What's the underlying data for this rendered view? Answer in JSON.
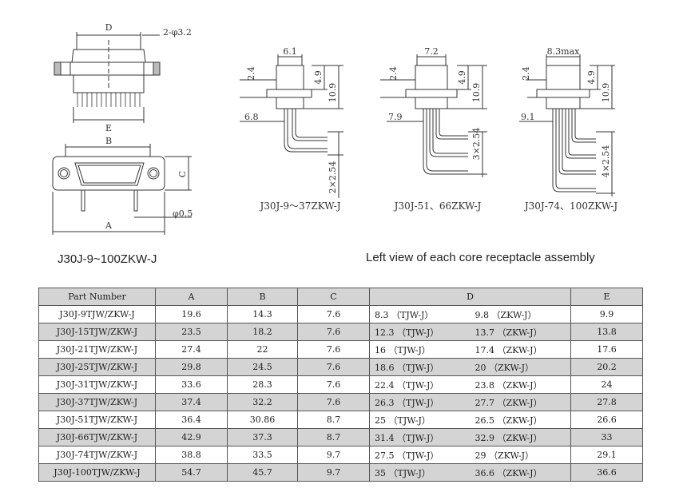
{
  "drawing_labels": {
    "main": {
      "D": "D",
      "hole": "2-φ3.2",
      "E": "E",
      "B": "B",
      "C": "C",
      "A": "A",
      "pin": "φ0.5"
    },
    "v1": {
      "w": "6.1",
      "h1": "2.4",
      "h2": "4.9",
      "h3": "10.9",
      "pitch_left": "6.8",
      "pitch": "2×2.54",
      "name": "J30J-9～37ZKW-J"
    },
    "v2": {
      "w": "7.2",
      "h1": "2.4",
      "h2": "4.9",
      "h3": "10.9",
      "pitch_left": "7.9",
      "pitch": "3×2.54",
      "name": "J30J-51、66ZKW-J"
    },
    "v3": {
      "w": "8.3max",
      "h1": "2.4",
      "h2": "4.9",
      "h3": "10.9",
      "pitch_left": "9.1",
      "pitch": "4×2.54",
      "name": "J30J-74、100ZKW-J"
    }
  },
  "captions": {
    "left": "J30J-9~100ZKW-J",
    "right": "Left view of each core receptacle assembly"
  },
  "table": {
    "headers": [
      "Part Number",
      "A",
      "B",
      "C",
      "D",
      "E"
    ],
    "rows": [
      {
        "part": "J30J-9TJW/ZKW-J",
        "a": "19.6",
        "b": "14.3",
        "c": "7.6",
        "d1": "8.3 （TJW-J）",
        "d2": "9.8 （ZKW-J）",
        "e": "9.9"
      },
      {
        "part": "J30J-15TJW/ZKW-J",
        "a": "23.5",
        "b": "18.2",
        "c": "7.6",
        "d1": "12.3 （TJW-J）",
        "d2": "13.7 （ZKW-J）",
        "e": "13.8"
      },
      {
        "part": "J30J-21TJW/ZKW-J",
        "a": "27.4",
        "b": "22",
        "c": "7.6",
        "d1": "16 （TJW-J）",
        "d2": "17.4 （ZKW-J）",
        "e": "17.6"
      },
      {
        "part": "J30J-25TJW/ZKW-J",
        "a": "29.8",
        "b": "24.5",
        "c": "7.6",
        "d1": "18.6 （TJW-J）",
        "d2": "20 （ZKW-J）",
        "e": "20.2"
      },
      {
        "part": "J30J-31TJW/ZKW-J",
        "a": "33.6",
        "b": "28.3",
        "c": "7.6",
        "d1": "22.4 （TJW-J）",
        "d2": "23.8 （ZKW-J）",
        "e": "24"
      },
      {
        "part": "J30J-37TJW/ZKW-J",
        "a": "37.4",
        "b": "32.2",
        "c": "7.6",
        "d1": "26.3 （TJW-J）",
        "d2": "27.7 （ZKW-J）",
        "e": "27.8"
      },
      {
        "part": "J30J-51TJW/ZKW-J",
        "a": "36.4",
        "b": "30.86",
        "c": "8.7",
        "d1": "25 （TJW-J）",
        "d2": "26.5 （ZKW-J）",
        "e": "26.6"
      },
      {
        "part": "J30J-66TJW/ZKW-J",
        "a": "42.9",
        "b": "37.3",
        "c": "8.7",
        "d1": "31.4 （TJW-J）",
        "d2": "32.9 （ZKW-J）",
        "e": "33"
      },
      {
        "part": "J30J-74TJW/ZKW-J",
        "a": "38.8",
        "b": "33.5",
        "c": "9.7",
        "d1": "27.5 （TJW-J）",
        "d2": "29 （ZKW-J）",
        "e": "29.1"
      },
      {
        "part": "J30J-100TJW/ZKW-J",
        "a": "54.7",
        "b": "45.7",
        "c": "9.7",
        "d1": "35 （TJW-J）",
        "d2": "36.6 （ZKW-J）",
        "e": "36.6"
      }
    ]
  }
}
